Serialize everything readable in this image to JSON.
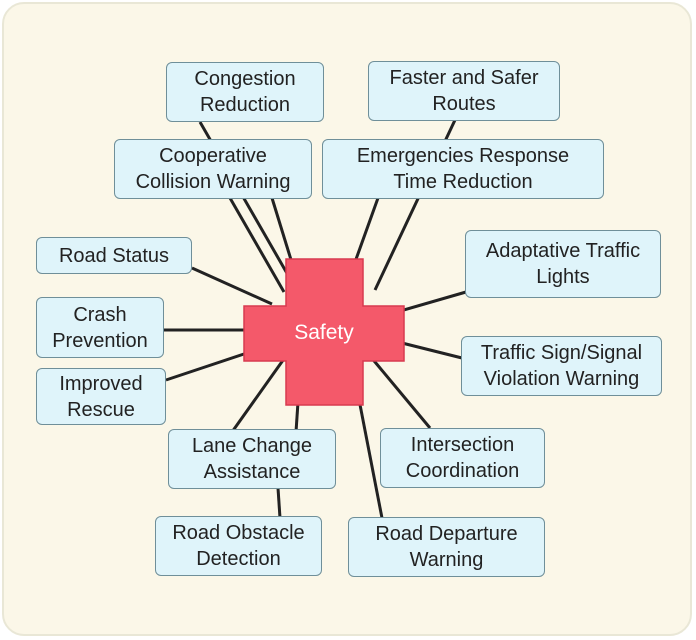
{
  "hub": {
    "label": "Safety",
    "color": "#f4596a"
  },
  "nodes": [
    {
      "id": "congestion-reduction",
      "label": "Congestion\nReduction"
    },
    {
      "id": "faster-safer-routes",
      "label": "Faster and Safer\nRoutes"
    },
    {
      "id": "cooperative-collision-warning",
      "label": "Cooperative\nCollision Warning"
    },
    {
      "id": "emergencies-response",
      "label": "Emergencies Response\nTime Reduction"
    },
    {
      "id": "road-status",
      "label": "Road Status"
    },
    {
      "id": "adaptative-traffic-lights",
      "label": "Adaptative Traffic\nLights"
    },
    {
      "id": "crash-prevention",
      "label": "Crash\nPrevention"
    },
    {
      "id": "traffic-sign-violation",
      "label": "Traffic Sign/Signal\nViolation Warning"
    },
    {
      "id": "improved-rescue",
      "label": "Improved\nRescue"
    },
    {
      "id": "lane-change-assistance",
      "label": "Lane Change\nAssistance"
    },
    {
      "id": "intersection-coordination",
      "label": "Intersection\nCoordination"
    },
    {
      "id": "road-obstacle-detection",
      "label": "Road Obstacle\nDetection"
    },
    {
      "id": "road-departure-warning",
      "label": "Road Departure\nWarning"
    }
  ],
  "colors": {
    "node_fill": "#dff4fa",
    "node_border": "#6f8f99",
    "link": "#222222",
    "panel": "#fbf7e8"
  }
}
